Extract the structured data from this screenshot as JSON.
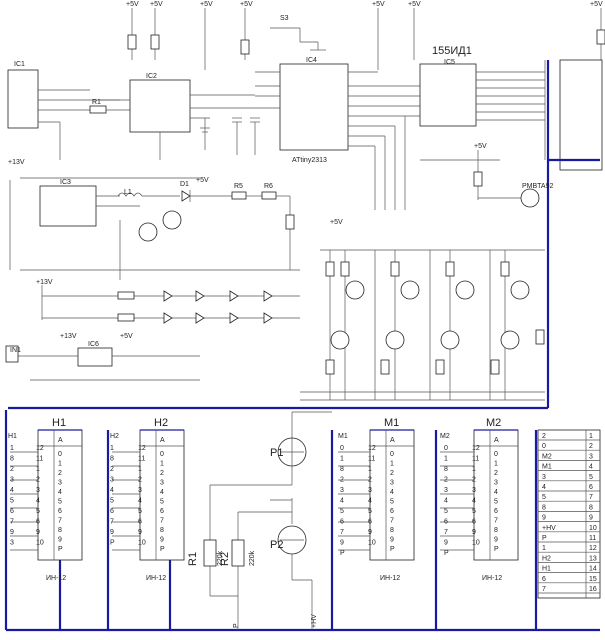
{
  "labels": {
    "ic5_name": "155ИД1",
    "ic4_name": "ATtiny2313",
    "ic4": "IC4",
    "ic5": "IC5",
    "ic1": "IC1",
    "ic2": "IC2",
    "ic3": "IC3",
    "ic6": "IC6",
    "s3": "S3",
    "r1_top": "R1",
    "l1": "L1",
    "d1": "D1",
    "r5": "R5",
    "r6": "R6",
    "t2": "PMBTA92",
    "v13": "+13V",
    "v5": "+5V",
    "in1": "IN1"
  },
  "tubes": [
    {
      "name": "H1",
      "type": "ИН-12",
      "input": "H1",
      "pins_left": [
        "1",
        "8",
        "2",
        "3",
        "4",
        "5",
        "6",
        "7",
        "9",
        "3"
      ],
      "pins_right": [
        "12",
        "11",
        "1",
        "2",
        "3",
        "4",
        "5",
        "6",
        "9",
        "10",
        "8",
        "2"
      ]
    },
    {
      "name": "H2",
      "type": "ИН-12",
      "input": "H2",
      "pins_left": [
        "1",
        "8",
        "2",
        "3",
        "4",
        "5",
        "6",
        "7",
        "9",
        "P"
      ],
      "pins_right": [
        "12",
        "11",
        "1",
        "2",
        "3",
        "4",
        "5",
        "6",
        "9",
        "10",
        "8",
        "2"
      ]
    },
    {
      "name": "M1",
      "type": "ИН-12",
      "input": "M1",
      "pins_left": [
        "0",
        "1",
        "8",
        "2",
        "3",
        "4",
        "5",
        "6",
        "7",
        "9",
        "P"
      ],
      "pins_right": [
        "12",
        "11",
        "1",
        "2",
        "3",
        "4",
        "5",
        "6",
        "9",
        "10",
        "8",
        "2"
      ]
    },
    {
      "name": "M2",
      "type": "ИН-12",
      "input": "M2",
      "pins_left": [
        "0",
        "1",
        "8",
        "2",
        "3",
        "4",
        "5",
        "6",
        "7",
        "9",
        "P"
      ],
      "pins_right": [
        "12",
        "11",
        "1",
        "2",
        "3",
        "4",
        "5",
        "6",
        "9",
        "10",
        "8",
        "2"
      ]
    }
  ],
  "tube_inner": [
    "A",
    "0",
    "1",
    "2",
    "3",
    "4",
    "5",
    "6",
    "7",
    "8",
    "9",
    "P"
  ],
  "separator": {
    "p1": "P1",
    "p2": "P2",
    "r1": "R1",
    "r1_value": "220k",
    "r2": "R2",
    "r2_value": "220k",
    "hv": "+HV",
    "p_wire": "P"
  },
  "connector": [
    {
      "name": "2",
      "pin": "1"
    },
    {
      "name": "0",
      "pin": "2"
    },
    {
      "name": "M2",
      "pin": "3"
    },
    {
      "name": "M1",
      "pin": "4"
    },
    {
      "name": "3",
      "pin": "5"
    },
    {
      "name": "4",
      "pin": "6"
    },
    {
      "name": "5",
      "pin": "7"
    },
    {
      "name": "8",
      "pin": "8"
    },
    {
      "name": "9",
      "pin": "9"
    },
    {
      "name": "+HV",
      "pin": "10"
    },
    {
      "name": "P",
      "pin": "11"
    },
    {
      "name": "1",
      "pin": "12"
    },
    {
      "name": "H2",
      "pin": "13"
    },
    {
      "name": "H1",
      "pin": "14"
    },
    {
      "name": "6",
      "pin": "15"
    },
    {
      "name": "7",
      "pin": "16"
    }
  ]
}
